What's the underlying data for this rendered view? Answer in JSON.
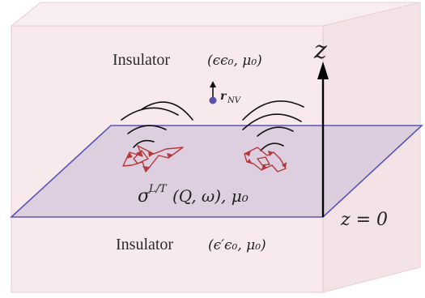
{
  "labels": {
    "top_insulator_word": "Insulator",
    "top_insulator_params": "(ϵϵ₀, μ₀)",
    "bottom_insulator_word": "Insulator",
    "bottom_insulator_params": "(ϵ′ϵ₀, μ₀)",
    "axis_label": "z",
    "plane_position": "z = 0",
    "nv_label": "r",
    "nv_subscript": "NV",
    "conductivity_sigma": "σ",
    "conductivity_superscript": "L/T",
    "conductivity_args": "(Q, ω), μ₀"
  },
  "colors": {
    "insulator_fill": "#f6e9ec",
    "insulator_edge": "#e4c6cc",
    "plane_fill": "#d6c8da",
    "plane_edge": "#5a57b0",
    "axis": "#000000",
    "current_loops": "#b5383a",
    "nv_dot": "#5b52a8"
  },
  "icons": {
    "nv_center": "dot-with-arrow-icon",
    "field_waves": "arc-wave-icon"
  }
}
